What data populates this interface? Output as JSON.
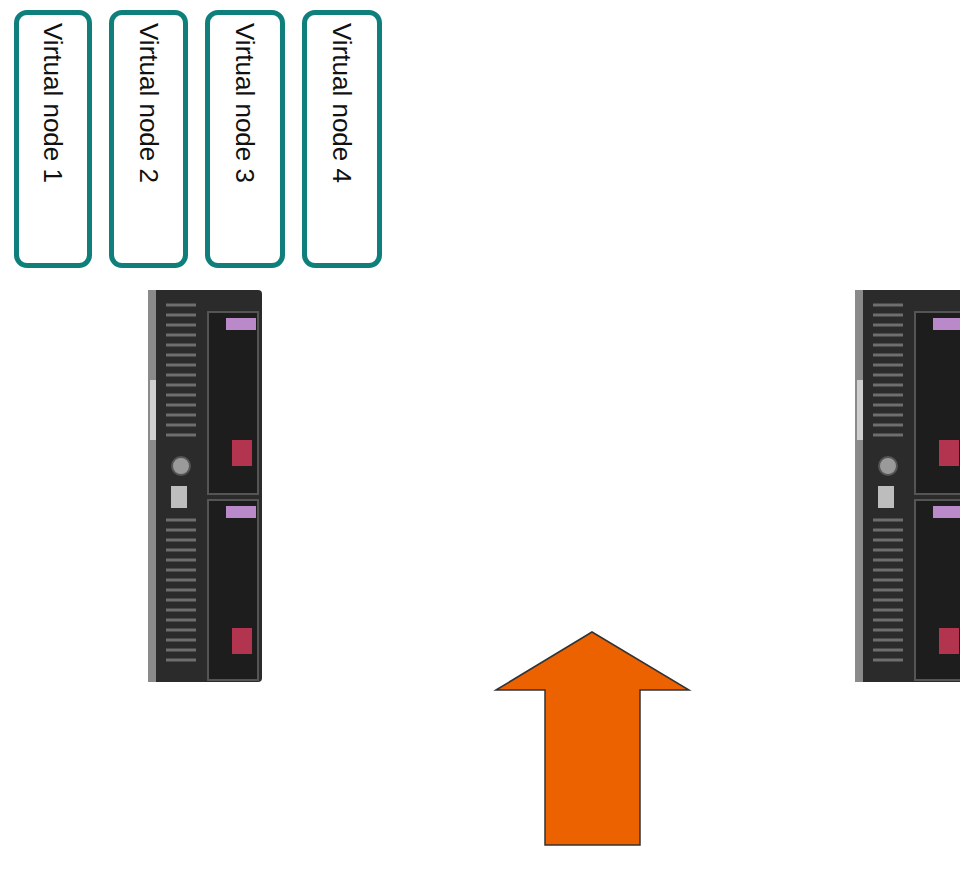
{
  "diagram": {
    "nodes": [
      {
        "text": [
          "Virtual node 1"
        ]
      },
      {
        "text": [
          "Virtual node 2"
        ]
      },
      {
        "text": [
          "Virtual node 3"
        ]
      },
      {
        "text": [
          "Virtual node 4"
        ]
      }
    ]
  }
}
